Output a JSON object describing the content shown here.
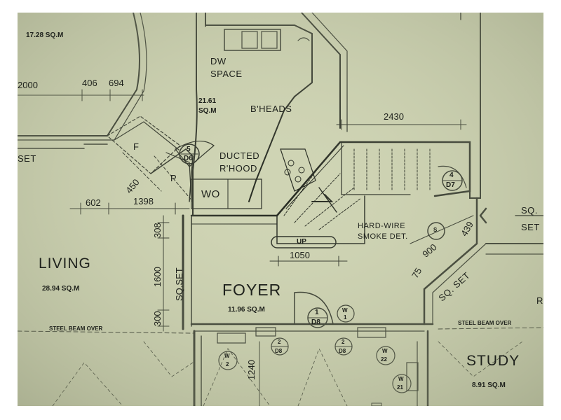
{
  "rooms": {
    "top_area": "17.28 SQ.M",
    "dw_space_1": "DW",
    "dw_space_2": "SPACE",
    "kitchen_area_1": "21.61",
    "kitchen_area_2": "SQ.M",
    "bheads": "B'HEADS",
    "ducted_1": "DUCTED",
    "ducted_2": "R'HOOD",
    "living": "LIVING",
    "living_area": "28.94 SQ.M",
    "foyer": "FOYER",
    "foyer_area": "11.96 SQ.M",
    "study": "STUDY",
    "study_area": "8.91 SQ.M",
    "wo": "WO",
    "up": "UP",
    "smoke_1": "HARD-WIRE",
    "smoke_2": "SMOKE DET.",
    "f_label": "F",
    "p_label": "P",
    "sq_set_right_1": "SQ.",
    "sq_set_right_2": "SET",
    "set_left": "SET",
    "r_edge": "R",
    "sq_set_diag": "SQ. SET",
    "sq_set_vert": "SQ.SET"
  },
  "dimensions": {
    "d2000": "2000",
    "d406": "406",
    "d694": "694",
    "d2430": "2430",
    "d450": "450",
    "d602": "602",
    "d1398": "1398",
    "d1050": "1050",
    "d308": "308",
    "d1600": "1600",
    "d300": "300",
    "d1240": "1240",
    "d900": "900",
    "d75": "75",
    "d439": "439"
  },
  "beams": {
    "left": "STEEL BEAM OVER",
    "right": "STEEL BEAM OVER"
  },
  "tags": {
    "d6_num": "5",
    "d6_code": "D6",
    "d7_num": "4",
    "d7_code": "D7",
    "d8a_num": "1",
    "d8a_code": "D8",
    "d8b_num": "2",
    "d8b_code": "D8",
    "d8c_num": "2",
    "d8c_code": "D8",
    "w1": "W",
    "w1_num": "1",
    "w2": "W",
    "w2_num": "2",
    "w22": "W",
    "w22_num": "22",
    "w21": "W",
    "w21_num": "21",
    "smoke_symbol": "S"
  },
  "colors": {
    "paper": "#cfd4b4",
    "ink": "#1e211c"
  }
}
